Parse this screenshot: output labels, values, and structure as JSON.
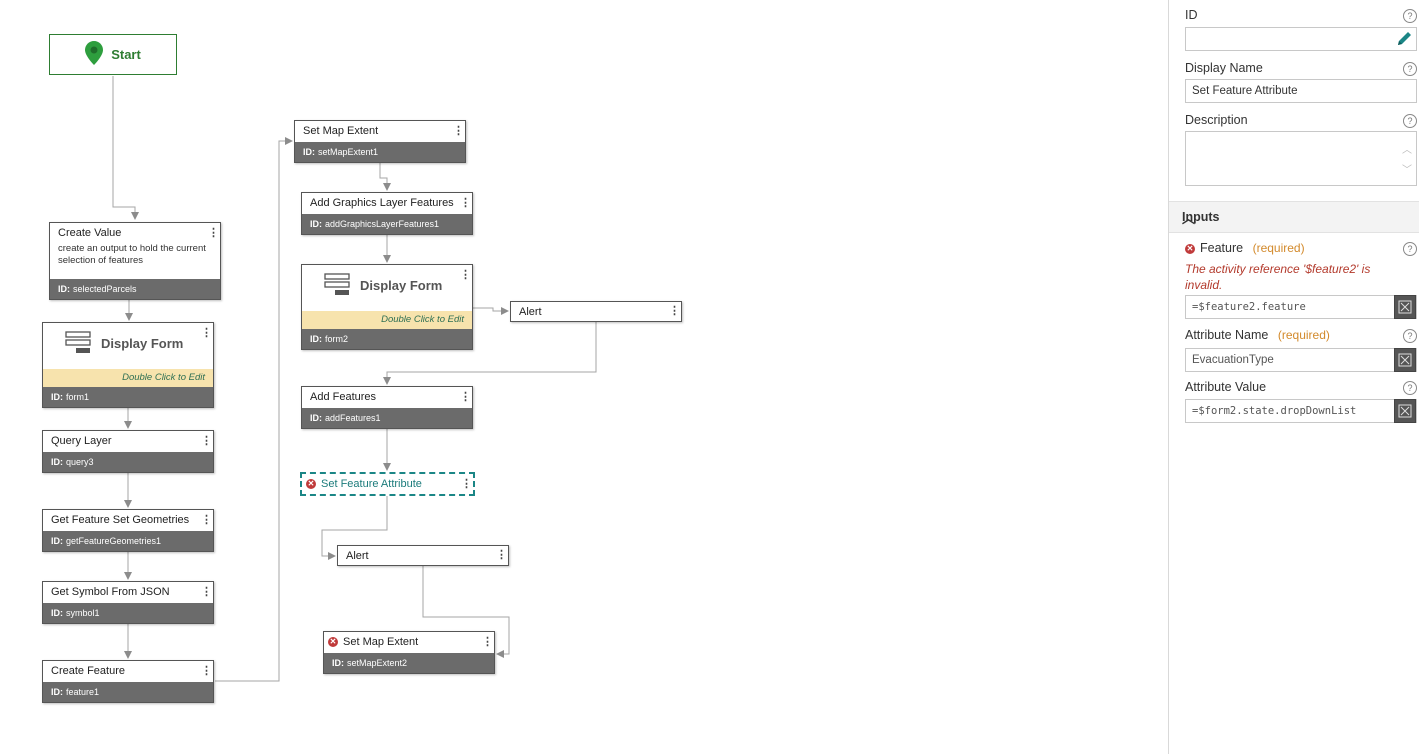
{
  "start": {
    "label": "Start"
  },
  "nodes": {
    "create_value": {
      "title": "Create Value",
      "desc": "create an output to hold the current selection of features",
      "id_prefix": "ID:",
      "id": "selectedParcels"
    },
    "display_form1": {
      "title": "Display Form",
      "edit": "Double Click to Edit",
      "id_prefix": "ID:",
      "id": "form1"
    },
    "query_layer": {
      "title": "Query Layer",
      "id_prefix": "ID:",
      "id": "query3"
    },
    "get_geom": {
      "title": "Get Feature Set Geometries",
      "id_prefix": "ID:",
      "id": "getFeatureGeometries1"
    },
    "get_symbol": {
      "title": "Get Symbol From JSON",
      "id_prefix": "ID:",
      "id": "symbol1"
    },
    "create_feature": {
      "title": "Create Feature",
      "id_prefix": "ID:",
      "id": "feature1"
    },
    "set_map_extent1": {
      "title": "Set Map Extent",
      "id_prefix": "ID:",
      "id": "setMapExtent1"
    },
    "add_graphics": {
      "title": "Add Graphics Layer Features",
      "id_prefix": "ID:",
      "id": "addGraphicsLayerFeatures1"
    },
    "display_form2": {
      "title": "Display Form",
      "edit": "Double Click to Edit",
      "id_prefix": "ID:",
      "id": "form2"
    },
    "alert1": {
      "title": "Alert"
    },
    "add_features": {
      "title": "Add Features",
      "id_prefix": "ID:",
      "id": "addFeatures1"
    },
    "set_feature_attr": {
      "title": "Set Feature Attribute"
    },
    "alert2": {
      "title": "Alert"
    },
    "set_map_extent2": {
      "title": "Set Map Extent",
      "id_prefix": "ID:",
      "id": "setMapExtent2"
    }
  },
  "panel": {
    "id_label": "ID",
    "id_value": "",
    "display_name_label": "Display Name",
    "display_name_value": "Set Feature Attribute",
    "description_label": "Description",
    "description_value": "",
    "inputs_label": "Inputs",
    "feature_label": "Feature",
    "required": "(required)",
    "feature_error": "The activity reference '$feature2' is invalid.",
    "feature_value": "=$feature2.feature",
    "attr_name_label": "Attribute Name",
    "attr_name_value": "EvacuationType",
    "attr_value_label": "Attribute Value",
    "attr_value_value": "=$form2.state.dropDownList",
    "help": "?"
  },
  "colors": {
    "start_green": "#2e7d32",
    "id_bar": "#6b6b6b",
    "edit_bg": "#f7e3ad",
    "selected": "#1b8686",
    "error": "#c03a3a",
    "required": "#d38a2c"
  }
}
